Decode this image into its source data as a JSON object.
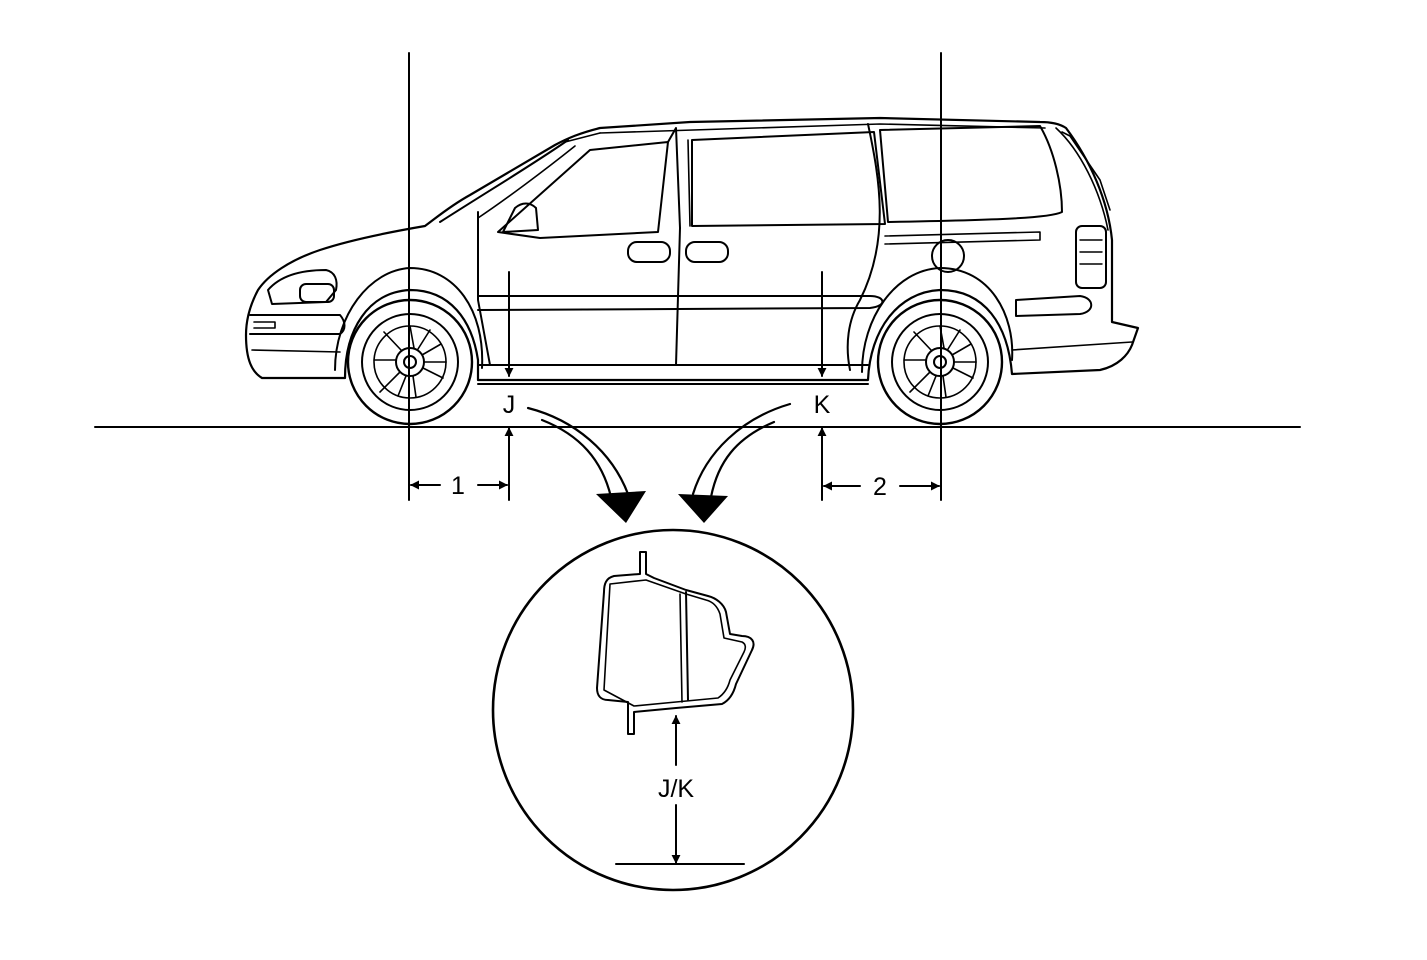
{
  "labels": {
    "point_j": "J",
    "point_k": "K",
    "dim_1": "1",
    "dim_2": "2",
    "section": "J/K"
  },
  "colors": {
    "ink": "#000000",
    "background": "#ffffff"
  }
}
